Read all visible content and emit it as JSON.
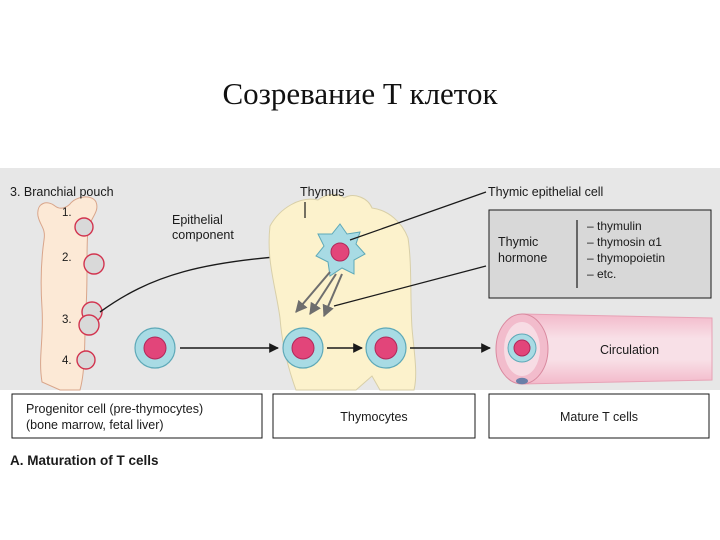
{
  "slide": {
    "title": "Созревание Т  клеток"
  },
  "figure": {
    "branchial_pouch_label": "3. Branchial pouch",
    "pouch_numbers": [
      "1.",
      "2.",
      "3.",
      "4."
    ],
    "epithelial_component_line1": "Epithelial",
    "epithelial_component_line2": "component",
    "thymus_label": "Thymus",
    "thymic_epithelial_cell_label": "Thymic epithelial cell",
    "hormone_box": {
      "label_line1": "Thymic",
      "label_line2": "hormone",
      "items": [
        "– thymulin",
        "– thymosin α1",
        "– thymopoietin",
        "– etc."
      ]
    },
    "circulation_label": "Circulation",
    "caption_boxes": {
      "progenitor_line1": "Progenitor cell (pre-thymocytes)",
      "progenitor_line2": "(bone marrow, fetal liver)",
      "thymocytes": "Thymocytes",
      "mature": "Mature T cells"
    },
    "figure_caption": "A. Maturation of T cells",
    "colors": {
      "panel": "#e7e7e7",
      "thymus_fill": "#fcf2cc",
      "cell_membrane": "#a8dbe4",
      "cell_nucleus": "#e2457a",
      "pouch_fill": "#fce9d6",
      "vessel_outer": "#f2bccc",
      "vessel_inner": "#f7dce4",
      "arrow": "#1a1a1a"
    }
  }
}
